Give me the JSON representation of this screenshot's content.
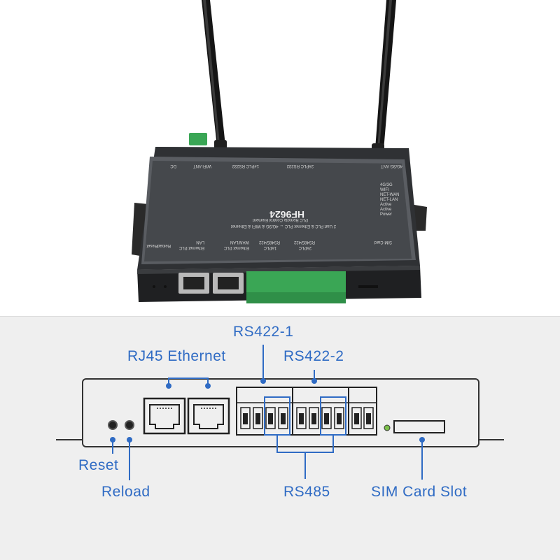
{
  "product": {
    "model": "HF9624",
    "subtitle": "PLC Remote Control Element",
    "features": "2 Uart PLC & Ethernet PLC ↔ 4G/3G & WIFI & Ethernet"
  },
  "panel_labels": {
    "top": {
      "antenna_4g": "4G/3G ANT",
      "rs232_2": "2#PLC RS232",
      "rs232_1": "1#PLC RS232",
      "antenna_wifi": "WIFI ANT",
      "dc": "DC"
    },
    "front": {
      "sim_card": "SIM Card",
      "rs485_2": "RS485/422",
      "rs485_2_plc": "2#PLC",
      "rs485_1": "RS485/422",
      "rs485_1_plc": "1#PLC",
      "wan_lan": "WAN/LAN",
      "wan_plc": "Ethernet PLC",
      "lan": "LAN",
      "lan_plc": "Ethernet PLC",
      "reload": "Reload",
      "reset": "Reset"
    },
    "leds": [
      "Power",
      "Active",
      "Active",
      "NET-LAN",
      "NET-WAN",
      "WIFI",
      "4G/3G"
    ]
  },
  "callouts": {
    "rs422_1": "RS422-1",
    "rs422_2": "RS422-2",
    "rj45": "RJ45 Ethernet",
    "reset": "Reset",
    "reload": "Reload",
    "rs485": "RS485",
    "sim": "SIM Card Slot"
  },
  "colors": {
    "callout": "#2f6bc4",
    "device_body": "#2b2d30",
    "terminal_green": "#3aa655",
    "antenna": "#1b1b1b",
    "diagram_bg": "#efefef"
  }
}
